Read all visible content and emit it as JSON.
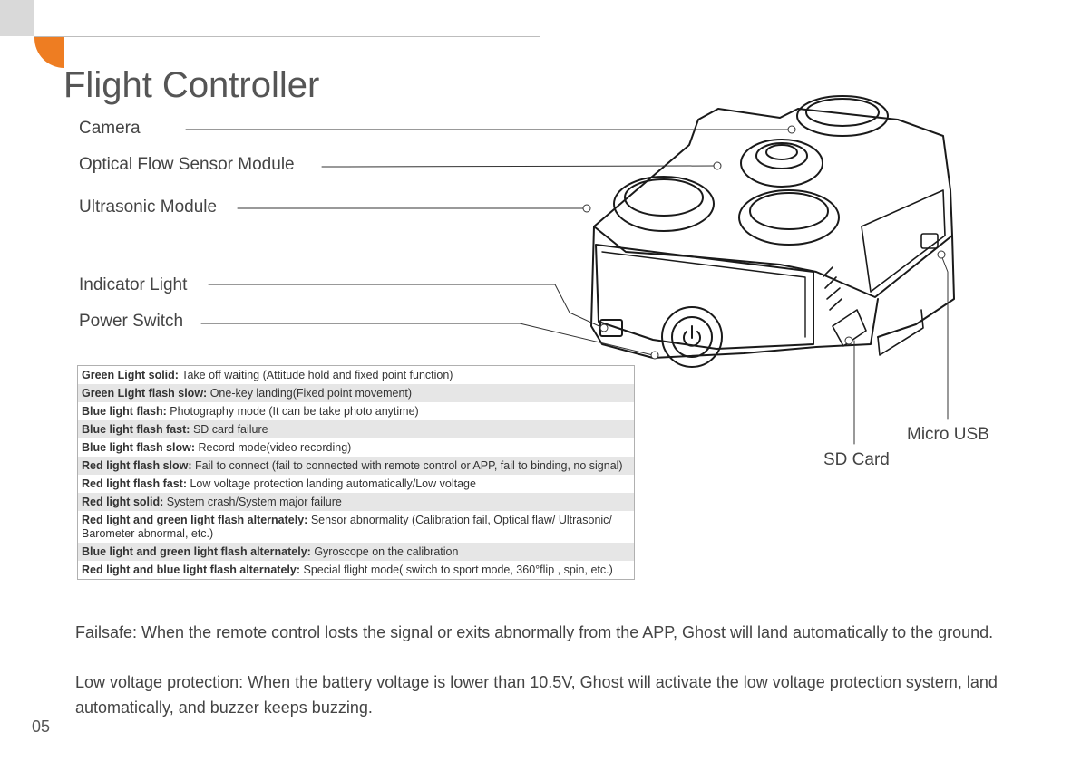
{
  "title": "Flight Controller",
  "callouts": {
    "camera": "Camera",
    "optical_flow": "Optical Flow Sensor Module",
    "ultrasonic": "Ultrasonic Module",
    "indicator_light": "Indicator Light",
    "power_switch": "Power Switch",
    "micro_usb": "Micro USB",
    "sd_card": "SD Card"
  },
  "indicator_table": [
    {
      "label": "Green Light solid:",
      "desc": "Take off waiting (Attitude hold and fixed point function)"
    },
    {
      "label": "Green Light flash slow:",
      "desc": "One-key landing(Fixed point movement)"
    },
    {
      "label": "Blue light flash:",
      "desc": "Photography mode (It can be take photo anytime)"
    },
    {
      "label": "Blue light flash fast:",
      "desc": "SD card failure"
    },
    {
      "label": "Blue light flash slow:",
      "desc": "Record mode(video recording)"
    },
    {
      "label": "Red light flash slow:",
      "desc": "Fail to connect (fail to connected with remote control or APP, fail to binding, no signal)"
    },
    {
      "label": "Red light flash fast:",
      "desc": "Low voltage protection landing automatically/Low voltage"
    },
    {
      "label": "Red light solid:",
      "desc": "System crash/System major failure"
    },
    {
      "label": "Red light and green light flash alternately:",
      "desc": "Sensor abnormality (Calibration fail, Optical flaw/ Ultrasonic/ Barometer abnormal, etc.)"
    },
    {
      "label": "Blue light and green light flash alternately:",
      "desc": "Gyroscope on the calibration"
    },
    {
      "label": "Red light and blue light flash alternately:",
      "desc": "Special flight mode( switch to sport mode, 360°flip , spin, etc.)"
    }
  ],
  "failsafe": "Failsafe: When the remote control losts the signal or exits abnormally from the APP, Ghost will land automatically to the ground.",
  "low_voltage": "Low voltage protection: When the battery voltage is lower than 10.5V, Ghost will activate the low voltage protection system, land automatically, and buzzer keeps buzzing.",
  "page_number": "05",
  "colors": {
    "accent": "#ee7d22",
    "corner": "#d9d9d9",
    "row_shade": "#e6e6e6"
  }
}
